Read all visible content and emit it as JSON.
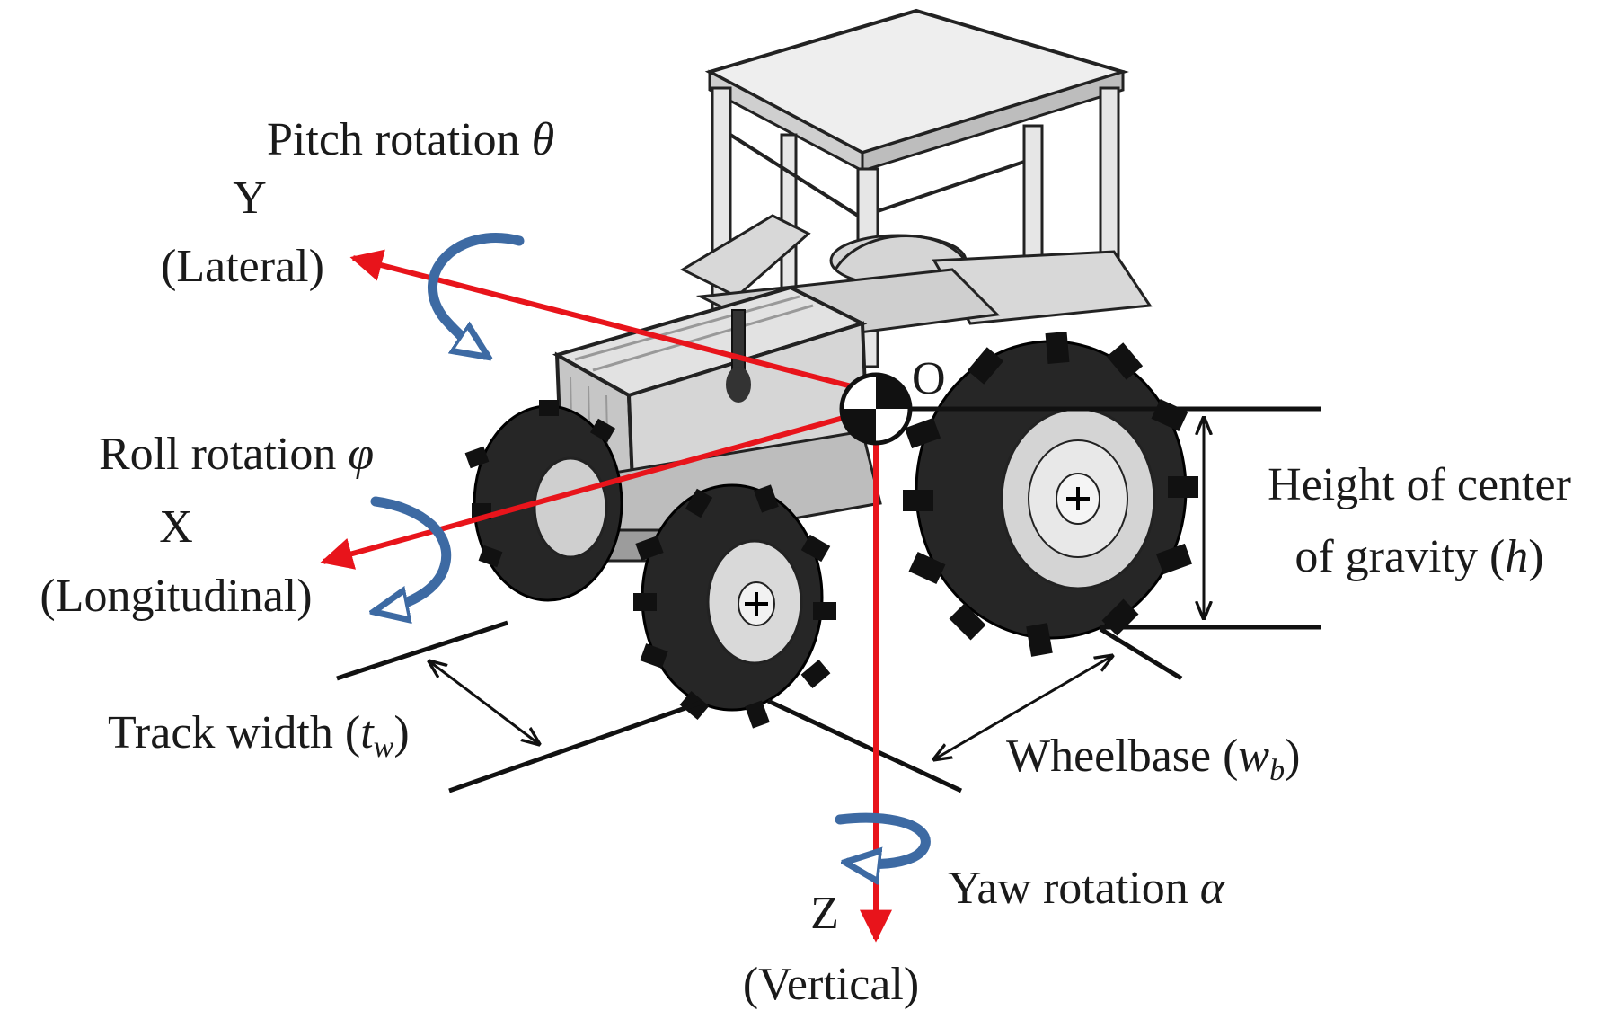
{
  "colors": {
    "axis": "#e8141b",
    "rotation": "#3d6aa3",
    "outline": "#111111",
    "tractor_body": "#d9d9d9",
    "tractor_dark": "#2a2a2a"
  },
  "labels": {
    "pitch": {
      "text": "Pitch rotation ",
      "symbol": "θ"
    },
    "y_axis": {
      "letter": "Y",
      "name": "(Lateral)"
    },
    "roll": {
      "text": "Roll rotation ",
      "symbol": "φ"
    },
    "x_axis": {
      "letter": "X",
      "name": "(Longitudinal)"
    },
    "origin": "O",
    "cog_height": {
      "line1": "Height of center",
      "line2_pre": "of gravity (",
      "symbol": "h",
      "line2_post": ")"
    },
    "track_width": {
      "pre": "Track width (",
      "symbol": "t",
      "sub": "w",
      "post": ")"
    },
    "wheelbase": {
      "pre": "Wheelbase (",
      "symbol": "w",
      "sub": "b",
      "post": ")"
    },
    "yaw": {
      "text": "Yaw rotation ",
      "symbol": "α"
    },
    "z_axis": {
      "letter": "Z",
      "name": "(Vertical)"
    }
  },
  "icons": [
    "tractor-illustration",
    "center-of-gravity-icon",
    "rotation-arrow-icon",
    "dimension-arrow-icon"
  ]
}
